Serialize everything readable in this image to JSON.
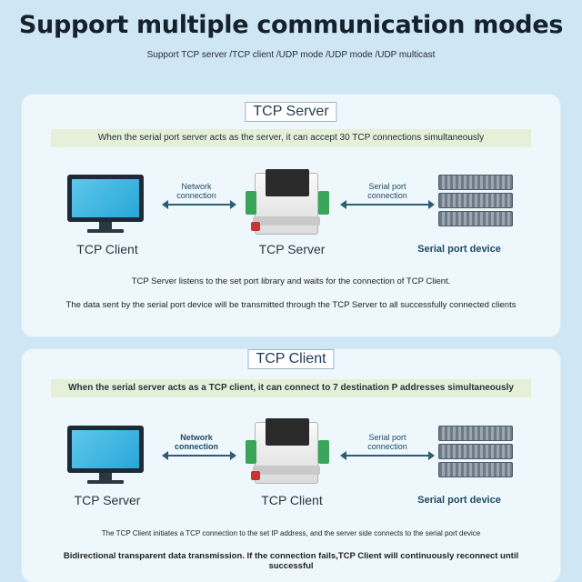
{
  "header": {
    "title": "Support multiple communication modes",
    "subtitle": "Support TCP server /TCP client /UDP mode /UDP mode /UDP multicast"
  },
  "panels": [
    {
      "mode": "TCP Server",
      "description": "When the serial port server acts as the server, it can accept 30 TCP connections simultaneously",
      "left_label": "TCP Client",
      "center_label": "TCP Server",
      "right_label": "Serial port device",
      "left_conn": "Network connection",
      "right_conn": "Serial port connection",
      "explain1": "TCP Server listens to the set port library and waits for the connection of TCP Client.",
      "explain2": "The data sent by the serial port device will be transmitted through the TCP Server to all successfully connected clients"
    },
    {
      "mode": "TCP Client",
      "description": "When the serial server acts as a TCP client, it can connect to 7 destination P addresses simultaneously",
      "left_label": "TCP Server",
      "center_label": "TCP Client",
      "right_label": "Serial port device",
      "left_conn": "Network connection",
      "right_conn": "Serial port connection",
      "explain1": "The TCP Client initiates a TCP connection to the set IP address, and the server side connects to the serial port device",
      "explain2": "Bidirectional transparent data transmission. If the connection fails,TCP Client will continuously reconnect until successful"
    }
  ],
  "icons": {
    "monitor": "monitor-icon",
    "device": "serial-server-device-icon",
    "server": "server-rack-icon",
    "arrow": "double-arrow-icon"
  },
  "colors": {
    "background": "#cfe6f5",
    "panel": "#eef7fc",
    "desc_bar": "#e4f1d8",
    "accent": "#2e5c73",
    "terminal": "#3aa55a"
  }
}
